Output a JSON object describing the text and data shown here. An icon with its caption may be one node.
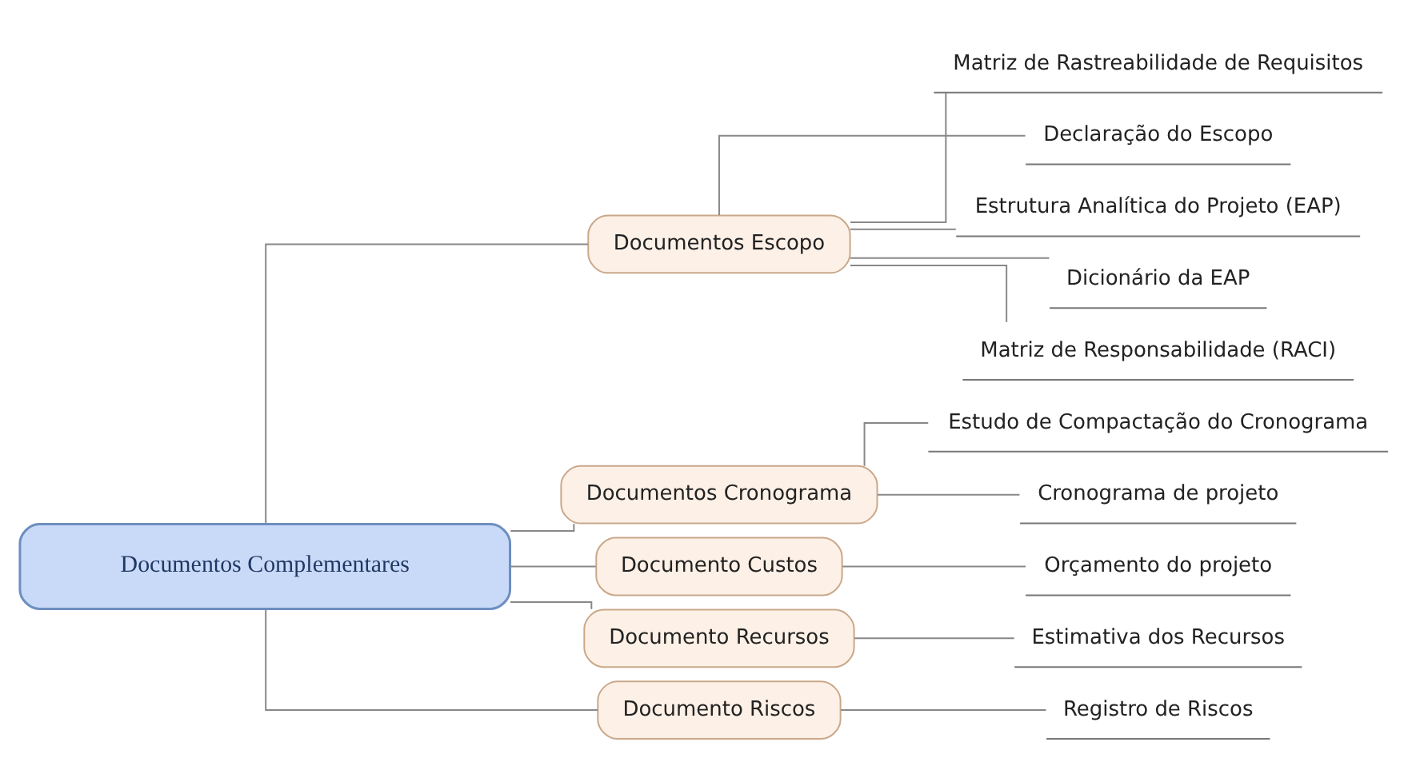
{
  "diagram": {
    "nodes": [
      {
        "text": [
          "Documentos Complementares"
        ]
      },
      {
        "text": [
          "Documentos Escopo"
        ]
      },
      {
        "text": [
          "Documentos Cronograma"
        ]
      },
      {
        "text": [
          "Documento Custos"
        ]
      },
      {
        "text": [
          "Documento Recursos"
        ]
      },
      {
        "text": [
          "Documento Riscos"
        ]
      },
      {
        "text": [
          "Matriz de Rastreabilidade de Requisitos"
        ]
      },
      {
        "text": [
          "Declaração do Escopo"
        ]
      },
      {
        "text": [
          "Estrutura Analítica do Projeto (EAP)"
        ]
      },
      {
        "text": [
          "Dicionário da EAP"
        ]
      },
      {
        "text": [
          "Matriz de Responsabilidade (RACI)"
        ]
      },
      {
        "text": [
          "Estudo de Compactação do Cronograma"
        ]
      },
      {
        "text": [
          "Cronograma de projeto"
        ]
      },
      {
        "text": [
          "Orçamento do projeto"
        ]
      },
      {
        "text": [
          "Estimativa dos Recursos"
        ]
      },
      {
        "text": [
          "Registro de Riscos"
        ]
      }
    ],
    "edges": [
      {
        "from": 0,
        "to": 1,
        "arrow": "none"
      },
      {
        "from": 0,
        "to": 2,
        "arrow": "none"
      },
      {
        "from": 0,
        "to": 3,
        "arrow": "none"
      },
      {
        "from": 0,
        "to": 4,
        "arrow": "none"
      },
      {
        "from": 0,
        "to": 5,
        "arrow": "none"
      },
      {
        "from": 1,
        "to": 6,
        "arrow": "none"
      },
      {
        "from": 1,
        "to": 7,
        "arrow": "none"
      },
      {
        "from": 1,
        "to": 8,
        "arrow": "none"
      },
      {
        "from": 1,
        "to": 9,
        "arrow": "none"
      },
      {
        "from": 1,
        "to": 10,
        "arrow": "none"
      },
      {
        "from": 2,
        "to": 11,
        "arrow": "none"
      },
      {
        "from": 2,
        "to": 12,
        "arrow": "none"
      },
      {
        "from": 3,
        "to": 13,
        "arrow": "none"
      },
      {
        "from": 4,
        "to": 14,
        "arrow": "none"
      },
      {
        "from": 5,
        "to": 15,
        "arrow": "none"
      }
    ]
  }
}
